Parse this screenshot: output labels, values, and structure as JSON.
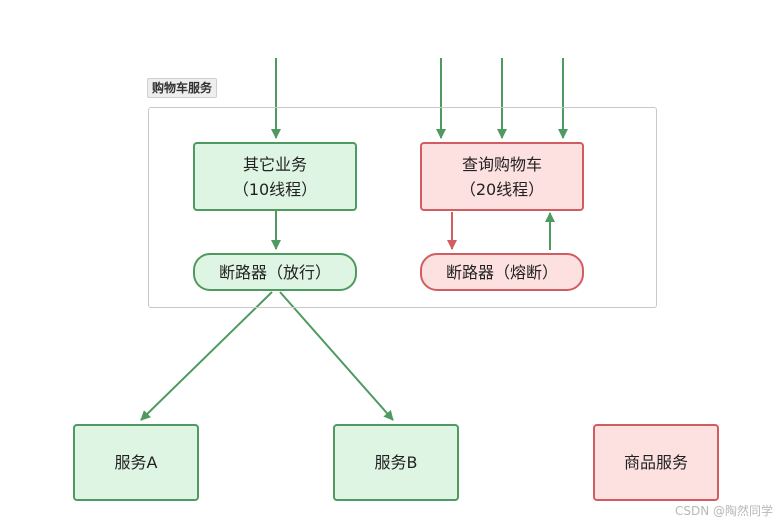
{
  "group": {
    "label": "购物车服务"
  },
  "nodes": {
    "other_business": {
      "line1": "其它业务",
      "line2": "（10线程）"
    },
    "query_cart": {
      "line1": "查询购物车",
      "line2": "（20线程）"
    },
    "breaker_pass": {
      "label": "断路器（放行）"
    },
    "breaker_fuse": {
      "label": "断路器（熔断）"
    },
    "service_a": {
      "label": "服务A"
    },
    "service_b": {
      "label": "服务B"
    },
    "product_service": {
      "label": "商品服务"
    }
  },
  "colors": {
    "ok_fill": "#dff5e3",
    "ok_stroke": "#4e9a60",
    "fail_fill": "#fde0e0",
    "fail_stroke": "#d15d60"
  },
  "watermark": "CSDN @陶然同学"
}
